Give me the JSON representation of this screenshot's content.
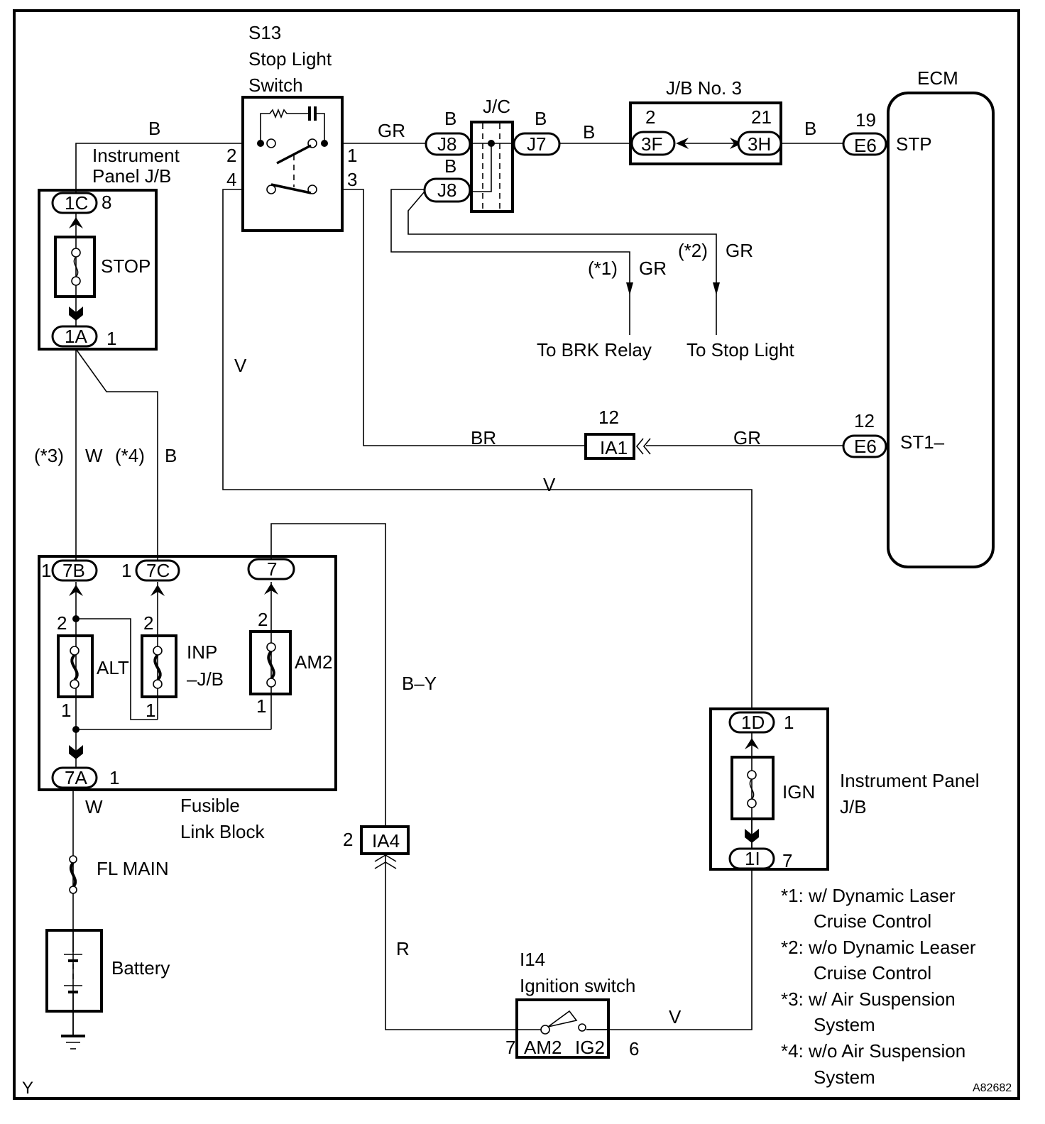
{
  "diagram": {
    "figure_id": "A82682",
    "corner_mark": "Y",
    "components": {
      "stop_light_switch": {
        "code": "S13",
        "name_line1": "Stop Light",
        "name_line2": "Switch",
        "pins": [
          "2",
          "1",
          "4",
          "3"
        ]
      },
      "instrument_panel_jb_top": {
        "name_line1": "Instrument",
        "name_line2": "Panel J/B",
        "fuse": "STOP",
        "conn_top": "1C",
        "conn_top_pin": "8",
        "conn_bottom": "1A",
        "conn_bottom_pin": "1"
      },
      "jc": {
        "name": "J/C",
        "conn_in": "J8",
        "conn_in2": "J8",
        "conn_out": "J7",
        "wire_top": "B",
        "wire_mid": "B",
        "wire_right": "B"
      },
      "jb_no3": {
        "name": "J/B No. 3",
        "conn_left": "3F",
        "conn_left_pin": "2",
        "conn_right": "3H",
        "conn_right_pin": "21"
      },
      "ecm": {
        "name": "ECM",
        "stp_conn": "E6",
        "stp_pin": "19",
        "stp_label": "STP",
        "st1_conn": "E6",
        "st1_pin": "12",
        "st1_label": "ST1–"
      },
      "ia1": {
        "name": "IA1",
        "pin": "12"
      },
      "ia4": {
        "name": "IA4",
        "pin": "2"
      },
      "fusible_link_block": {
        "name_line1": "Fusible",
        "name_line2": "Link Block",
        "conn_7b": "7B",
        "conn_7b_pin": "1",
        "conn_7c": "7C",
        "conn_7c_pin": "1",
        "conn_7": "7",
        "conn_7a": "7A",
        "conn_7a_pin": "1",
        "fuse_alt": "ALT",
        "fuse_inp_line1": "INP",
        "fuse_inp_line2": "–J/B",
        "fuse_am2": "AM2",
        "pin2": "2",
        "pin1": "1"
      },
      "fl_main": "FL MAIN",
      "battery": "Battery",
      "instrument_panel_jb_bottom": {
        "name_line1": "Instrument Panel",
        "name_line2": "J/B",
        "fuse": "IGN",
        "conn_top": "1D",
        "conn_top_pin": "1",
        "conn_bottom": "1I",
        "conn_bottom_pin": "7"
      },
      "ignition_switch": {
        "code": "I14",
        "name": "Ignition switch",
        "term_left": "AM2",
        "term_right": "IG2",
        "pin_left": "7",
        "pin_right": "6"
      }
    },
    "wires": {
      "jb_to_switch": "B",
      "switch_to_jc": "GR",
      "jc_to_jb3": "B",
      "jb3_to_ecm": "B",
      "to_ia1": "BR",
      "ia1_to_ecm": "GR",
      "v_left": "V",
      "v_mid": "V",
      "v_bottom": "V",
      "w_left": "W",
      "b_left": "B",
      "w_bottom": "W",
      "b_y": "B–Y",
      "r": "R",
      "brk_gr": "GR",
      "stop_gr": "GR"
    },
    "variants": {
      "v3": "(*3)",
      "v4": "(*4)",
      "v1": "(*1)",
      "v2": "(*2)"
    },
    "destinations": {
      "brk_relay": "To BRK Relay",
      "stop_light": "To Stop Light"
    },
    "notes": [
      {
        "line1": "*1: w/ Dynamic Laser",
        "line2": "Cruise Control"
      },
      {
        "line1": "*2: w/o Dynamic Leaser",
        "line2": "Cruise Control"
      },
      {
        "line1": "*3: w/ Air Suspension",
        "line2": "System"
      },
      {
        "line1": "*4: w/o Air Suspension",
        "line2": "System"
      }
    ]
  }
}
